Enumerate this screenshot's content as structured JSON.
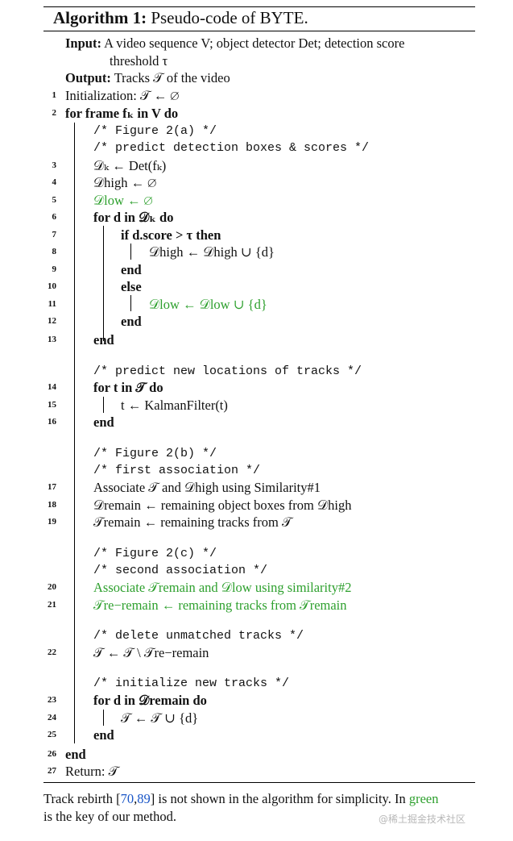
{
  "title": {
    "label": "Algorithm 1:",
    "text": "Pseudo-code of BYTE."
  },
  "input": {
    "label": "Input:",
    "text1": "A video sequence V; object detector Det; detection score",
    "text2": "threshold τ"
  },
  "output": {
    "label": "Output:",
    "text": "Tracks 𝒯 of the video"
  },
  "lines": [
    {
      "n": "1",
      "text": "Initialization: 𝒯 ← ∅"
    },
    {
      "n": "2",
      "text": "for frame fₖ in V do"
    },
    {
      "n": "",
      "text": "/* Figure 2(a) */"
    },
    {
      "n": "",
      "text": "/* predict detection boxes & scores */"
    },
    {
      "n": "3",
      "text": "𝒟ₖ ← Det(fₖ)"
    },
    {
      "n": "4",
      "text": "𝒟high ← ∅"
    },
    {
      "n": "5",
      "text": "𝒟low ← ∅"
    },
    {
      "n": "6",
      "text": "for d in 𝒟ₖ do"
    },
    {
      "n": "7",
      "text": "if d.score > τ then"
    },
    {
      "n": "8",
      "text": "𝒟high ← 𝒟high ∪ {d}"
    },
    {
      "n": "9",
      "text": "end"
    },
    {
      "n": "10",
      "text": "else"
    },
    {
      "n": "11",
      "text": "𝒟low ← 𝒟low ∪ {d}"
    },
    {
      "n": "12",
      "text": "end"
    },
    {
      "n": "13",
      "text": "end"
    },
    {
      "n": "",
      "text": "/* predict new locations of tracks */"
    },
    {
      "n": "14",
      "text": "for t in 𝒯 do"
    },
    {
      "n": "15",
      "text": "t ← KalmanFilter(t)"
    },
    {
      "n": "16",
      "text": "end"
    },
    {
      "n": "",
      "text": "/* Figure 2(b) */"
    },
    {
      "n": "",
      "text": "/* first association */"
    },
    {
      "n": "17",
      "text": "Associate 𝒯 and 𝒟high using Similarity#1"
    },
    {
      "n": "18",
      "text": "𝒟remain ← remaining object boxes from 𝒟high"
    },
    {
      "n": "19",
      "text": "𝒯remain ← remaining tracks from 𝒯"
    },
    {
      "n": "",
      "text": "/* Figure 2(c) */"
    },
    {
      "n": "",
      "text": "/* second association */"
    },
    {
      "n": "20",
      "text": "Associate 𝒯remain and 𝒟low using similarity#2"
    },
    {
      "n": "21",
      "text": "𝒯re−remain ← remaining tracks from 𝒯remain"
    },
    {
      "n": "",
      "text": "/* delete unmatched tracks */"
    },
    {
      "n": "22",
      "text": "𝒯 ← 𝒯 \\ 𝒯re−remain"
    },
    {
      "n": "",
      "text": "/* initialize new tracks */"
    },
    {
      "n": "23",
      "text": "for d in 𝒟remain do"
    },
    {
      "n": "24",
      "text": "𝒯 ← 𝒯 ∪ {d}"
    },
    {
      "n": "25",
      "text": "end"
    },
    {
      "n": "26",
      "text": "end"
    },
    {
      "n": "27",
      "text": "Return: 𝒯"
    }
  ],
  "caption": {
    "before": "Track rebirth [",
    "ref1": "70",
    "comma": ",",
    "ref2": "89",
    "middle": "] is not shown in the algorithm for simplicity. In ",
    "green_word": "green",
    "after": " is the key of our method."
  },
  "watermark": "@稀土掘金技术社区",
  "colors": {
    "highlight": "#2ea02e",
    "reference": "#1a56c7"
  }
}
